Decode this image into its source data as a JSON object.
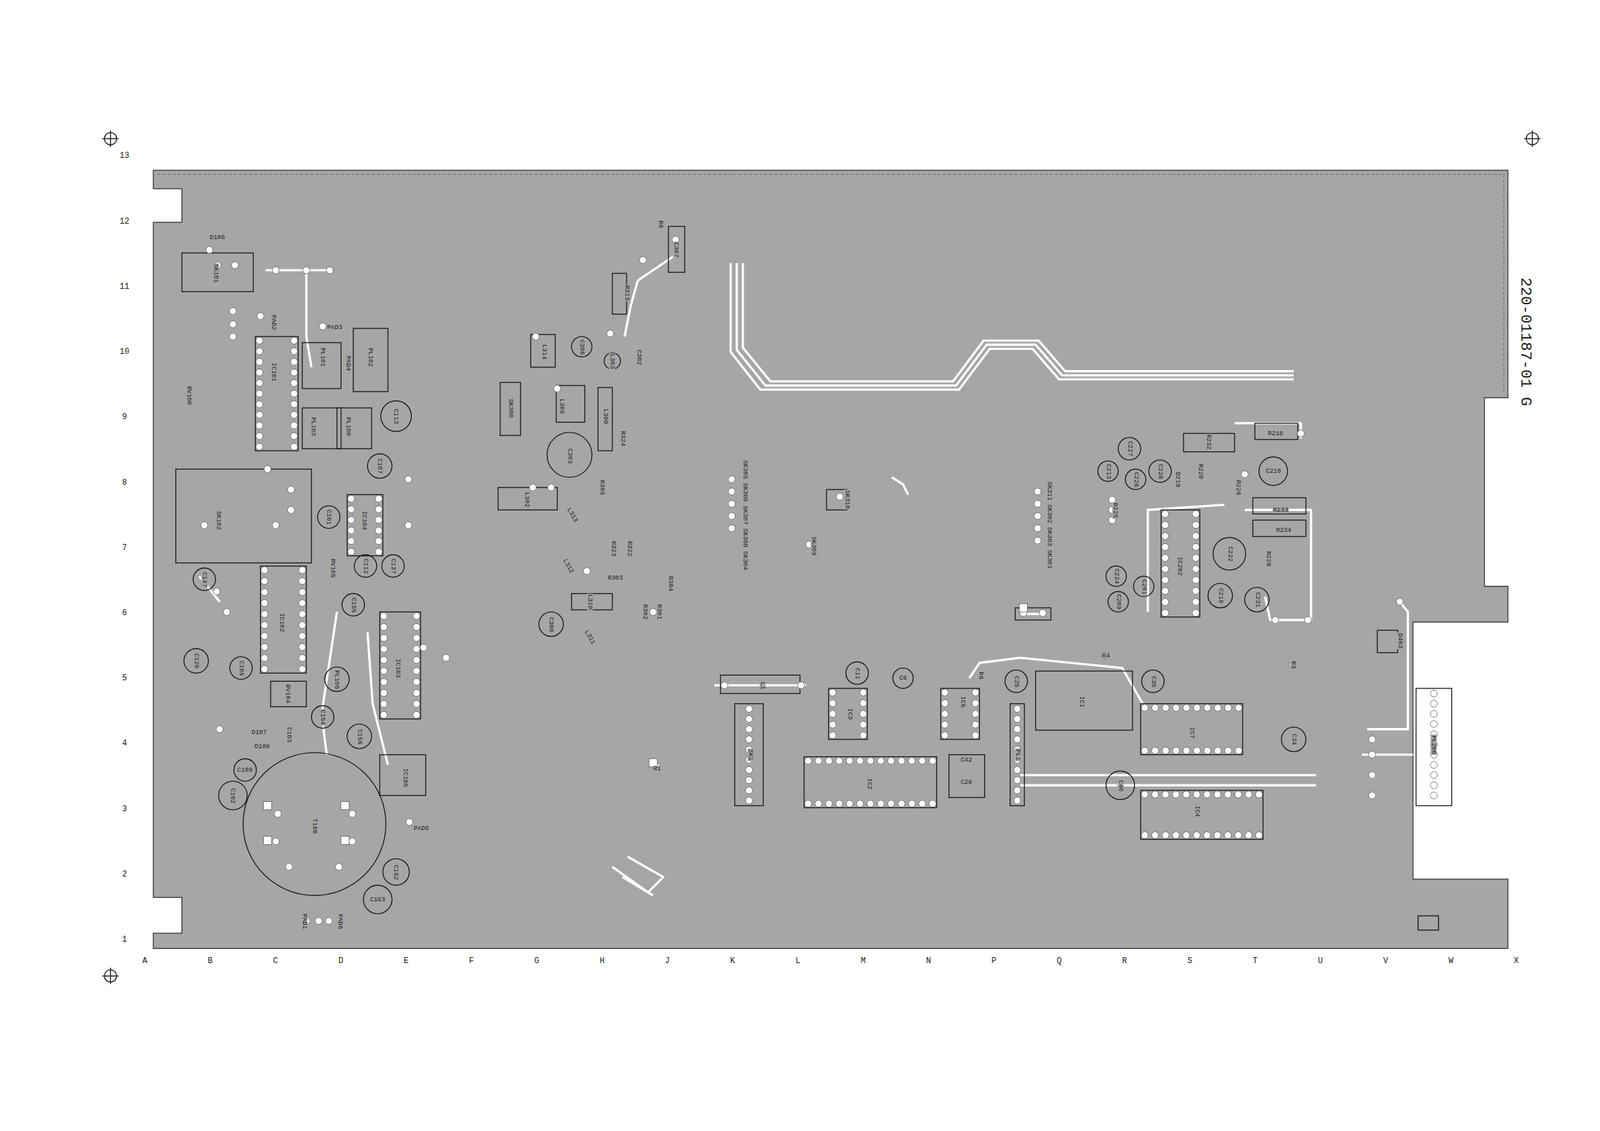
{
  "diagram": {
    "labels": [
      "13",
      "12",
      "11",
      "10",
      "9",
      "8",
      "7",
      "6",
      "5",
      "4",
      "3",
      "2",
      "1",
      "A",
      "B",
      "C",
      "D",
      "E",
      "F",
      "G",
      "H",
      "J",
      "K",
      "L",
      "M",
      "N",
      "P",
      "Q",
      "R",
      "S",
      "T",
      "U",
      "V",
      "W",
      "X",
      "220-01187-01 G",
      "D106",
      "SK101",
      "PAD2",
      "PAD3",
      "PAD4",
      "PL101",
      "PL102",
      "IC101",
      "RV100",
      "PL103",
      "PL100",
      "C113",
      "C107",
      "SK102",
      "C101",
      "IC104",
      "RV105",
      "C112",
      "C137",
      "C147",
      "IC102",
      "C155",
      "IC103",
      "C120",
      "C106",
      "PL106",
      "RV104",
      "C154",
      "C156",
      "D107",
      "D108",
      "C103",
      "C109",
      "C102",
      "T100",
      "IC105",
      "PAD5",
      "C162",
      "C163",
      "PAD1",
      "PAD6",
      "R8",
      "C307",
      "R313",
      "L314",
      "C306",
      "L303",
      "C302",
      "SK300",
      "L305",
      "L300",
      "R324",
      "C303",
      "R305",
      "L302",
      "L313",
      "R323",
      "R322",
      "L312",
      "R303",
      "R304",
      "L310",
      "R302",
      "R301",
      "C300",
      "L311",
      "SK305 SK306 SK307 SK308 SK304",
      "SK310",
      "SK309",
      "SK311 SK302 SK303 SK301",
      "L1",
      "SK1",
      "C11",
      "C8",
      "IC3",
      "IC6",
      "IC2",
      "C42",
      "C28",
      "R1",
      "R6",
      "C25",
      "PL1",
      "R4",
      "IC1",
      "C35",
      "IC7",
      "C40",
      "IC4",
      "C34",
      "R3",
      "C227",
      "C213",
      "C226",
      "C228",
      "D219",
      "R232",
      "R220",
      "R218",
      "C210",
      "R225",
      "C224",
      "C209",
      "C201",
      "IC202",
      "C222",
      "R226",
      "R233",
      "R234",
      "R228",
      "C216",
      "C231",
      "D403",
      "PL200"
    ]
  }
}
